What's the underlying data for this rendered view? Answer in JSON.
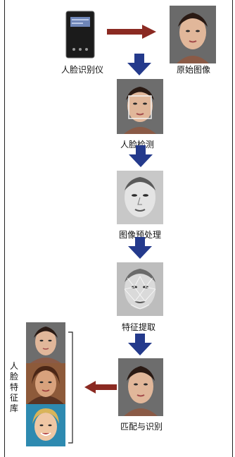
{
  "nodes": {
    "device": "人脸识别仪",
    "original_image": "原始图像",
    "face_detection": "人脸检测",
    "preprocessing": "图像预处理",
    "feature_extraction": "特征提取",
    "matching": "匹配与识别"
  },
  "library_label_chars": [
    "人",
    "脸",
    "特",
    "征",
    "库"
  ],
  "colors": {
    "red_arrow": "#8B2A22",
    "blue_arrow": "#243A8C",
    "frame": "#222222"
  }
}
